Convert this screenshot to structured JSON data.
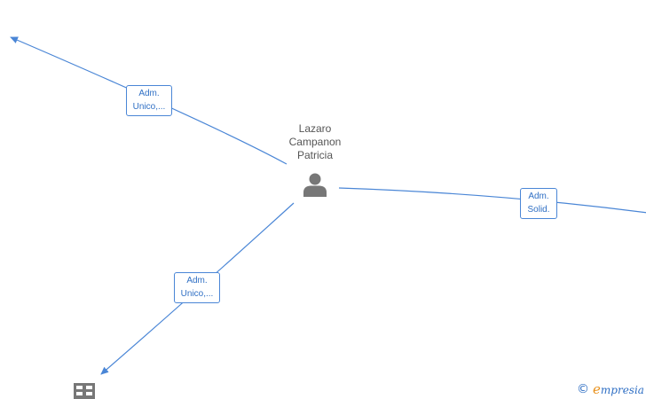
{
  "person": {
    "name_lines": [
      "Lazaro",
      "Campanon",
      "Patricia"
    ],
    "icon": "person-icon"
  },
  "edges": [
    {
      "label_lines": [
        "Adm.",
        "Unico,..."
      ]
    },
    {
      "label_lines": [
        "Adm.",
        "Solid."
      ]
    },
    {
      "label_lines": [
        "Adm.",
        "Unico,..."
      ]
    }
  ],
  "company": {
    "icon": "company-building-icon"
  },
  "watermark": {
    "symbol": "©",
    "brand_first": "e",
    "brand_rest": "mpresia"
  },
  "colors": {
    "edge": "#4a86d6",
    "edge_label_text": "#2f6fc4",
    "node_icon": "#777777",
    "brand_accent": "#e8901a"
  }
}
